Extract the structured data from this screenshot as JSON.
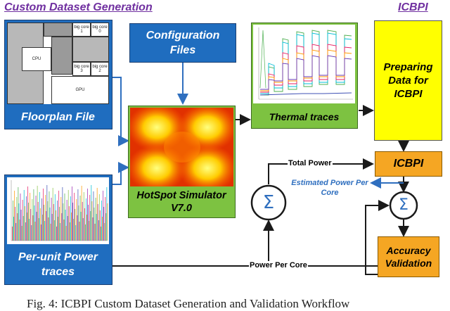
{
  "headings": {
    "left": "Custom Dataset Generation",
    "right": "ICBPI"
  },
  "boxes": {
    "floorplan": "Floorplan File",
    "config": "Configuration Files",
    "hotspot": "HotSpot Simulator V7.0",
    "thermal": "Thermal traces",
    "power": "Per-unit Power traces",
    "preparing": "Preparing Data for ICBPI",
    "icbpi": "ICBPI",
    "accuracy": "Accuracy Validation"
  },
  "floorplan_units": {
    "big_core_1": "big core 1",
    "big_core_0": "big core 0",
    "cpu": "CPU",
    "big_core_3": "big core 3",
    "big_core_2": "big core 2",
    "gpu": "GPU"
  },
  "labels": {
    "total_power": "Total Power",
    "estimated_power": "Estimated Power Per Core",
    "power_per_core": "Power Per Core",
    "sum_symbol": "Σ"
  },
  "caption": "Fig. 4: ICBPI Custom Dataset Generation and Validation Workflow",
  "colors": {
    "blue": "#1f6dbf",
    "green": "#7dc241",
    "yellow": "#ffff00",
    "orange": "#f5a623",
    "heading": "#7030a0"
  }
}
